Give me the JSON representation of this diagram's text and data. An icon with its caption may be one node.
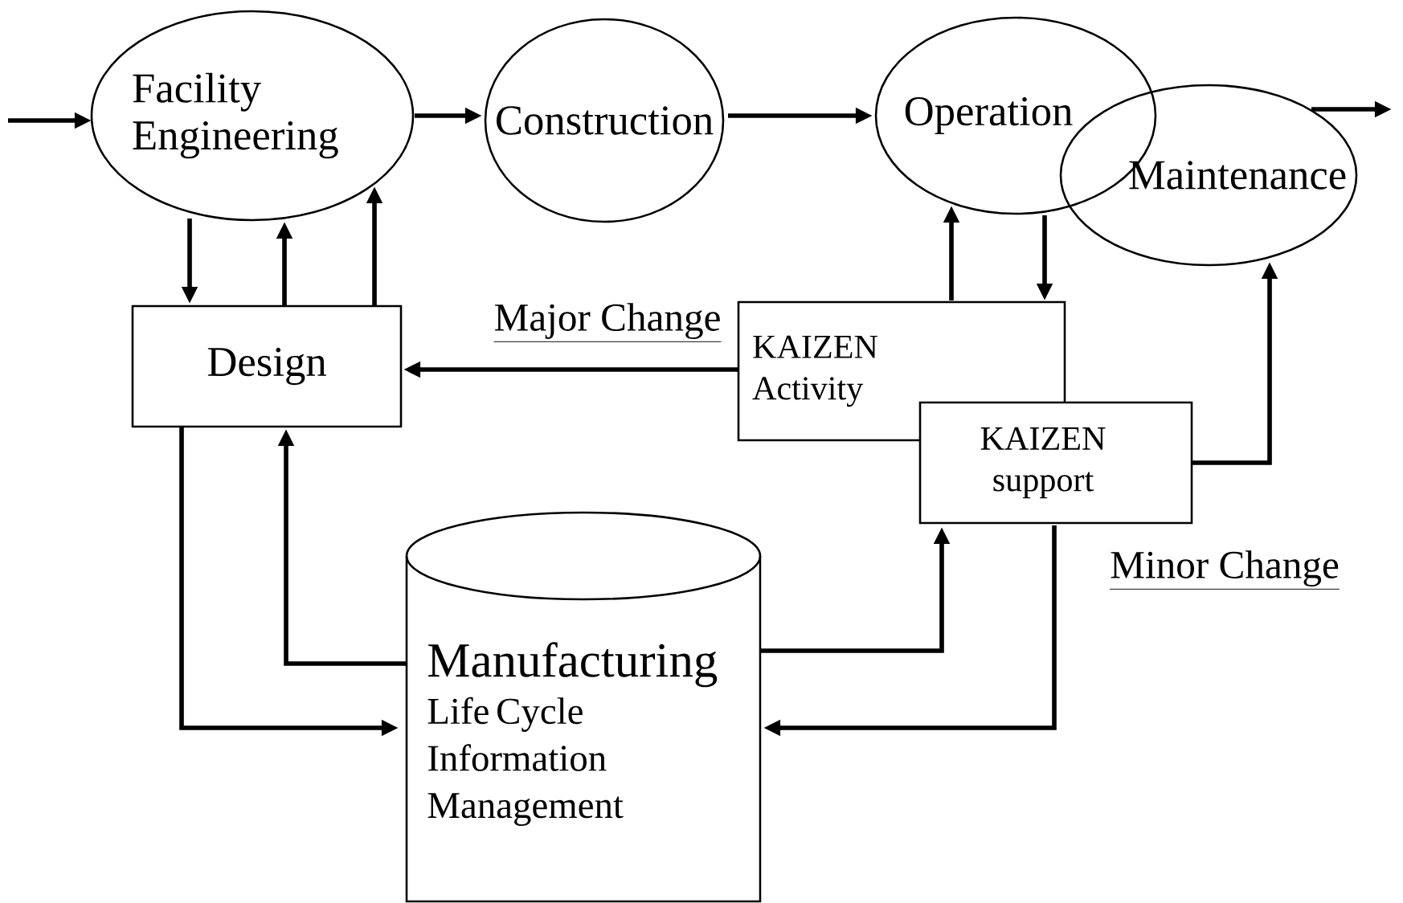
{
  "diagram": {
    "nodes": [
      {
        "text": [
          "Facility Engineering"
        ]
      },
      {
        "text": [
          "Construction"
        ]
      },
      {
        "text": [
          "Operation"
        ]
      },
      {
        "text": [
          "Maintenance"
        ]
      },
      {
        "text": [
          "Design"
        ]
      },
      {
        "text": [
          "KAIZEN Activity"
        ]
      },
      {
        "text": [
          "KAIZEN support"
        ]
      },
      {
        "text": [
          "Manufacturing",
          "Life Cycle Information Management"
        ]
      }
    ],
    "edges": [
      {
        "from": null,
        "to": 0,
        "arrow": "to"
      },
      {
        "from": 0,
        "to": 1,
        "arrow": "to"
      },
      {
        "from": 1,
        "to": 2,
        "arrow": "to"
      },
      {
        "from": 3,
        "to": null,
        "arrow": "to"
      },
      {
        "from": 0,
        "to": 4,
        "arrow": "to"
      },
      {
        "from": 4,
        "to": 0,
        "arrow": "to"
      },
      {
        "from": 4,
        "to": 0,
        "arrow": "to"
      },
      {
        "from": 5,
        "to": 4,
        "arrow": "to",
        "label": "Major Change"
      },
      {
        "from": 5,
        "to": 2,
        "arrow": "to"
      },
      {
        "from": 2,
        "to": 5,
        "arrow": "to"
      },
      {
        "from": 6,
        "to": 3,
        "arrow": "to",
        "label": "Minor Change"
      },
      {
        "from": 4,
        "to": 7,
        "arrow": "to"
      },
      {
        "from": 7,
        "to": 4,
        "arrow": "to"
      },
      {
        "from": 7,
        "to": 6,
        "arrow": "to"
      },
      {
        "from": 6,
        "to": 7,
        "arrow": "to"
      }
    ]
  }
}
